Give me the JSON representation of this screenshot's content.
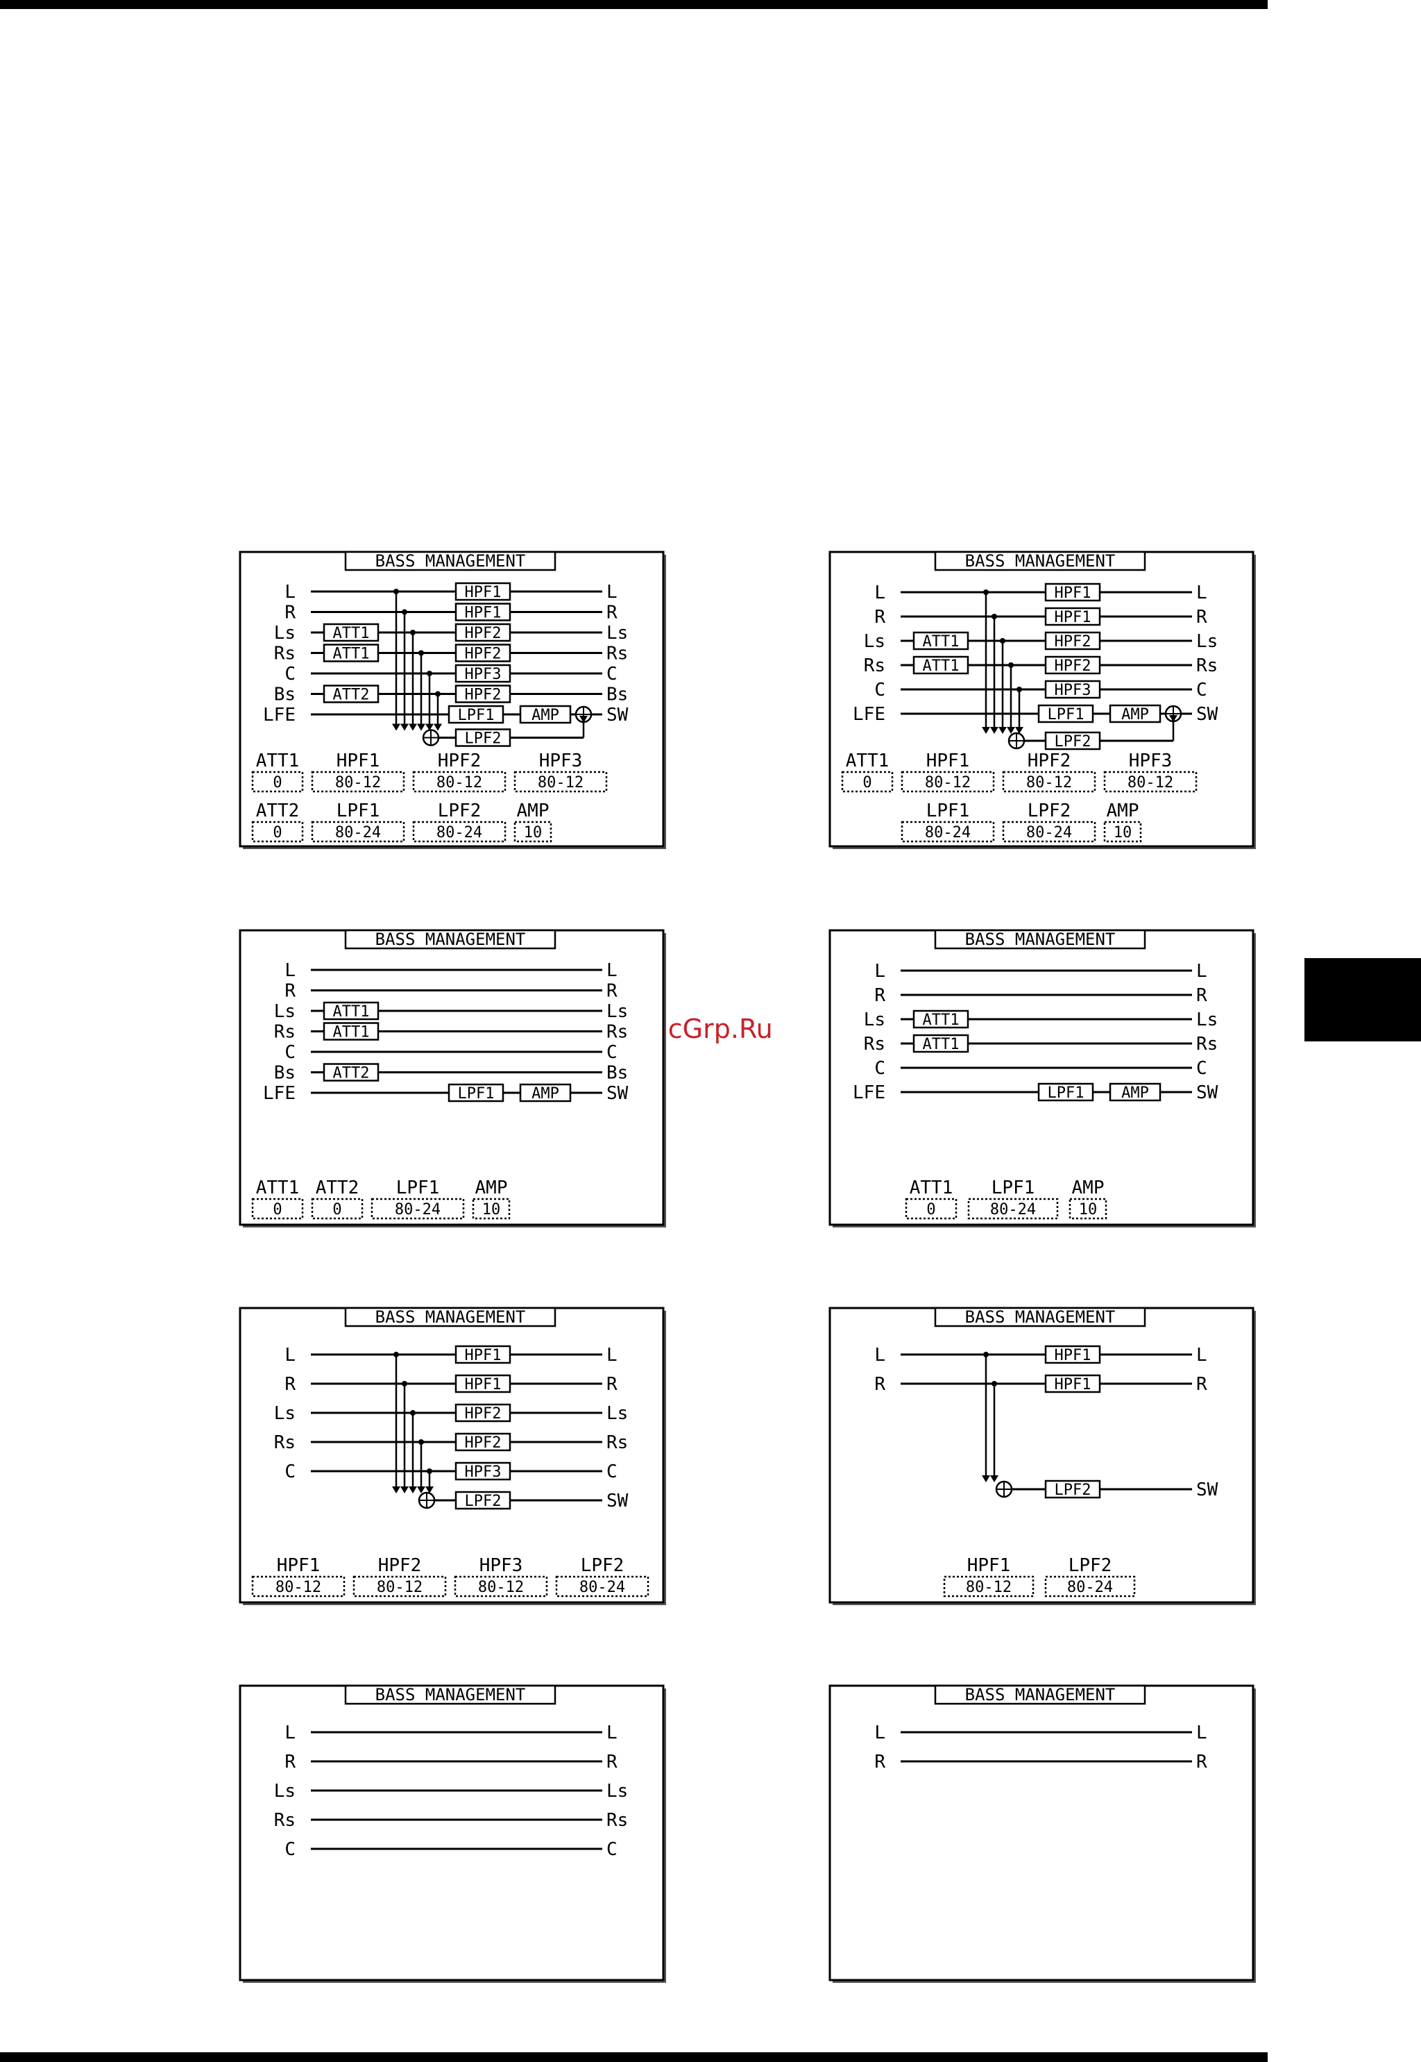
{
  "watermark": "McGrp.Ru",
  "panels": [
    {
      "title": "BASS MANAGEMENT",
      "rows": [
        {
          "in": "L",
          "out": "L",
          "att": "",
          "filter": "HPF1",
          "tap": 1
        },
        {
          "in": "R",
          "out": "R",
          "att": "",
          "filter": "HPF1",
          "tap": 1
        },
        {
          "in": "Ls",
          "out": "Ls",
          "att": "ATT1",
          "filter": "HPF2",
          "tap": 1
        },
        {
          "in": "Rs",
          "out": "Rs",
          "att": "ATT1",
          "filter": "HPF2",
          "tap": 1
        },
        {
          "in": "C",
          "out": "C",
          "att": "",
          "filter": "HPF3",
          "tap": 1
        },
        {
          "in": "Bs",
          "out": "Bs",
          "att": "ATT2",
          "filter": "HPF2",
          "tap": 1
        },
        {
          "in": "LFE",
          "out": "SW",
          "att": "",
          "filter": "LPF1",
          "amp": "AMP",
          "lfe": 1
        }
      ],
      "lpf2": "LPF2",
      "params": [
        [
          {
            "label": "ATT1",
            "value": "0"
          },
          {
            "label": "HPF1",
            "value": "80-12"
          },
          {
            "label": "HPF2",
            "value": "80-12"
          },
          {
            "label": "HPF3",
            "value": "80-12"
          }
        ],
        [
          {
            "label": "ATT2",
            "value": "0"
          },
          {
            "label": "LPF1",
            "value": "80-24"
          },
          {
            "label": "LPF2",
            "value": "80-24"
          },
          {
            "label": "AMP",
            "value": "10"
          }
        ]
      ]
    },
    {
      "title": "BASS MANAGEMENT",
      "rows": [
        {
          "in": "L",
          "out": "L",
          "att": "",
          "filter": "HPF1",
          "tap": 1
        },
        {
          "in": "R",
          "out": "R",
          "att": "",
          "filter": "HPF1",
          "tap": 1
        },
        {
          "in": "Ls",
          "out": "Ls",
          "att": "ATT1",
          "filter": "HPF2",
          "tap": 1
        },
        {
          "in": "Rs",
          "out": "Rs",
          "att": "ATT1",
          "filter": "HPF2",
          "tap": 1
        },
        {
          "in": "C",
          "out": "C",
          "att": "",
          "filter": "HPF3",
          "tap": 1
        },
        {
          "in": "LFE",
          "out": "SW",
          "att": "",
          "filter": "LPF1",
          "amp": "AMP",
          "lfe": 1
        }
      ],
      "lpf2": "LPF2",
      "params": [
        [
          {
            "label": "ATT1",
            "value": "0"
          },
          {
            "label": "HPF1",
            "value": "80-12"
          },
          {
            "label": "HPF2",
            "value": "80-12"
          },
          {
            "label": "HPF3",
            "value": "80-12"
          }
        ],
        [
          {
            "label": "",
            "value": ""
          },
          {
            "label": "LPF1",
            "value": "80-24"
          },
          {
            "label": "LPF2",
            "value": "80-24"
          },
          {
            "label": "AMP",
            "value": "10"
          }
        ]
      ]
    },
    {
      "title": "BASS MANAGEMENT",
      "rows": [
        {
          "in": "L",
          "out": "L",
          "att": "",
          "filter": ""
        },
        {
          "in": "R",
          "out": "R",
          "att": "",
          "filter": ""
        },
        {
          "in": "Ls",
          "out": "Ls",
          "att": "ATT1",
          "filter": ""
        },
        {
          "in": "Rs",
          "out": "Rs",
          "att": "ATT1",
          "filter": ""
        },
        {
          "in": "C",
          "out": "C",
          "att": "",
          "filter": ""
        },
        {
          "in": "Bs",
          "out": "Bs",
          "att": "ATT2",
          "filter": ""
        },
        {
          "in": "LFE",
          "out": "SW",
          "att": "",
          "filter": "LPF1",
          "amp": "AMP",
          "lfe": 1
        }
      ],
      "lpf2": "",
      "params": [
        [
          {
            "label": "ATT1",
            "value": "0"
          },
          {
            "label": "ATT2",
            "value": "0"
          },
          {
            "label": "LPF1",
            "value": "80-24"
          },
          {
            "label": "AMP",
            "value": "10"
          }
        ]
      ]
    },
    {
      "title": "BASS MANAGEMENT",
      "rows": [
        {
          "in": "L",
          "out": "L",
          "att": "",
          "filter": ""
        },
        {
          "in": "R",
          "out": "R",
          "att": "",
          "filter": ""
        },
        {
          "in": "Ls",
          "out": "Ls",
          "att": "ATT1",
          "filter": ""
        },
        {
          "in": "Rs",
          "out": "Rs",
          "att": "ATT1",
          "filter": ""
        },
        {
          "in": "C",
          "out": "C",
          "att": "",
          "filter": ""
        },
        {
          "in": "LFE",
          "out": "SW",
          "att": "",
          "filter": "LPF1",
          "amp": "AMP",
          "lfe": 1
        }
      ],
      "lpf2": "",
      "params": [
        [
          {
            "label": "ATT1",
            "value": "0"
          },
          {
            "label": "LPF1",
            "value": "80-24"
          },
          {
            "label": "AMP",
            "value": "10"
          }
        ]
      ]
    },
    {
      "title": "BASS MANAGEMENT",
      "rows": [
        {
          "in": "L",
          "out": "L",
          "att": "",
          "filter": "HPF1",
          "tap": 1
        },
        {
          "in": "R",
          "out": "R",
          "att": "",
          "filter": "HPF1",
          "tap": 1
        },
        {
          "in": "Ls",
          "out": "Ls",
          "att": "",
          "filter": "HPF2",
          "tap": 1
        },
        {
          "in": "Rs",
          "out": "Rs",
          "att": "",
          "filter": "HPF2",
          "tap": 1
        },
        {
          "in": "C",
          "out": "C",
          "att": "",
          "filter": "HPF3",
          "tap": 1
        }
      ],
      "sum_row": {
        "out": "SW",
        "filter": "LPF2"
      },
      "lpf2": "",
      "params": [
        [
          {
            "label": "HPF1",
            "value": "80-12"
          },
          {
            "label": "HPF2",
            "value": "80-12"
          },
          {
            "label": "HPF3",
            "value": "80-12"
          },
          {
            "label": "LPF2",
            "value": "80-24"
          }
        ]
      ]
    },
    {
      "title": "BASS MANAGEMENT",
      "rows": [
        {
          "in": "L",
          "out": "L",
          "att": "",
          "filter": "HPF1",
          "tap": 1
        },
        {
          "in": "R",
          "out": "R",
          "att": "",
          "filter": "HPF1",
          "tap": 1
        }
      ],
      "sum_row": {
        "out": "SW",
        "filter": "LPF2"
      },
      "lpf2": "",
      "params": [
        [
          {
            "label": "HPF1",
            "value": "80-12"
          },
          {
            "label": "LPF2",
            "value": "80-24"
          }
        ]
      ]
    },
    {
      "title": "BASS MANAGEMENT",
      "rows": [
        {
          "in": "L",
          "out": "L",
          "att": "",
          "filter": ""
        },
        {
          "in": "R",
          "out": "R",
          "att": "",
          "filter": ""
        },
        {
          "in": "Ls",
          "out": "Ls",
          "att": "",
          "filter": ""
        },
        {
          "in": "Rs",
          "out": "Rs",
          "att": "",
          "filter": ""
        },
        {
          "in": "C",
          "out": "C",
          "att": "",
          "filter": ""
        }
      ],
      "lpf2": "",
      "params": []
    },
    {
      "title": "BASS MANAGEMENT",
      "rows": [
        {
          "in": "L",
          "out": "L",
          "att": "",
          "filter": ""
        },
        {
          "in": "R",
          "out": "R",
          "att": "",
          "filter": ""
        }
      ],
      "lpf2": "",
      "params": []
    }
  ]
}
